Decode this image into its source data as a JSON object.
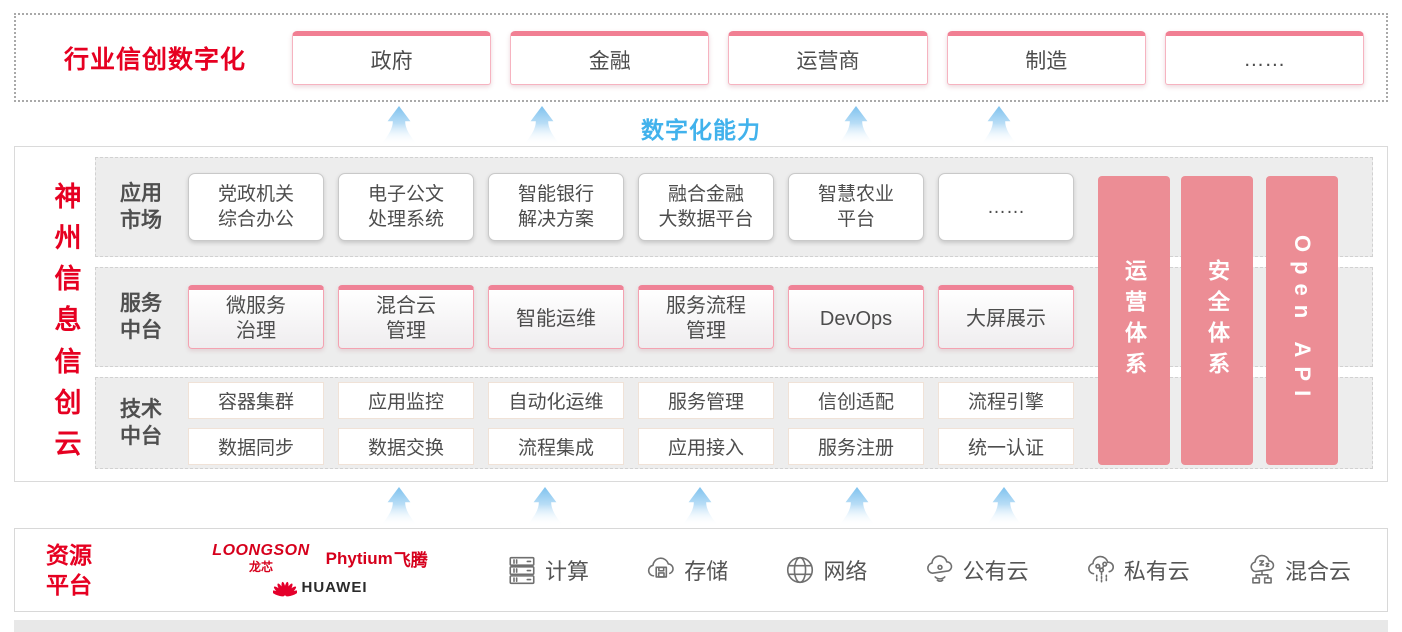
{
  "colors": {
    "brand_red": "#e60021",
    "capability_blue": "#41b2ec",
    "pillar_pink": "#ec8d95",
    "card_pink_border": "#ef8296"
  },
  "top_section": {
    "title": "行业信创数字化",
    "industries": [
      {
        "label": "政府"
      },
      {
        "label": "金融"
      },
      {
        "label": "运营商"
      },
      {
        "label": "制造"
      },
      {
        "label": "……"
      }
    ]
  },
  "capability": {
    "label": "数字化能力"
  },
  "platform": {
    "vertical_title": "神州信息信创云",
    "vertical_title_chars": [
      "神",
      "州",
      "信",
      "息",
      "信",
      "创",
      "云"
    ],
    "app_row": {
      "label_lines": [
        "应用",
        "市场"
      ],
      "cards": [
        {
          "lines": [
            "党政机关",
            "综合办公"
          ]
        },
        {
          "lines": [
            "电子公文",
            "处理系统"
          ]
        },
        {
          "lines": [
            "智能银行",
            "解决方案"
          ]
        },
        {
          "lines": [
            "融合金融",
            "大数据平台"
          ]
        },
        {
          "lines": [
            "智慧农业",
            "平台"
          ]
        },
        {
          "lines": [
            "……"
          ]
        }
      ]
    },
    "service_row": {
      "label_lines": [
        "服务",
        "中台"
      ],
      "cards": [
        {
          "lines": [
            "微服务",
            "治理"
          ]
        },
        {
          "lines": [
            "混合云",
            "管理"
          ]
        },
        {
          "lines": [
            "智能运维"
          ]
        },
        {
          "lines": [
            "服务流程",
            "管理"
          ]
        },
        {
          "lines": [
            "DevOps"
          ]
        },
        {
          "lines": [
            "大屏展示"
          ]
        }
      ]
    },
    "tech_row": {
      "label_lines": [
        "技术",
        "中台"
      ],
      "cells_top": [
        "容器集群",
        "应用监控",
        "自动化运维",
        "服务管理",
        "信创适配",
        "流程引擎"
      ],
      "cells_bottom": [
        "数据同步",
        "数据交换",
        "流程集成",
        "应用接入",
        "服务注册",
        "统一认证"
      ]
    },
    "pillars": [
      {
        "label": "运营体系"
      },
      {
        "label": "安全体系"
      },
      {
        "label": "Open API"
      }
    ]
  },
  "resources": {
    "label_lines": [
      "资源",
      "平台"
    ],
    "vendors": {
      "loongson_en": "LOONGSON",
      "loongson_zh": "龙芯",
      "phytium_en": "Phytium",
      "phytium_zh": "飞腾",
      "huawei": "HUAWEI"
    },
    "items": [
      {
        "icon": "compute-icon",
        "label": "计算"
      },
      {
        "icon": "storage-icon",
        "label": "存储"
      },
      {
        "icon": "network-icon",
        "label": "网络"
      },
      {
        "icon": "public-cloud-icon",
        "label": "公有云"
      },
      {
        "icon": "private-cloud-icon",
        "label": "私有云"
      },
      {
        "icon": "hybrid-cloud-icon",
        "label": "混合云"
      }
    ]
  }
}
